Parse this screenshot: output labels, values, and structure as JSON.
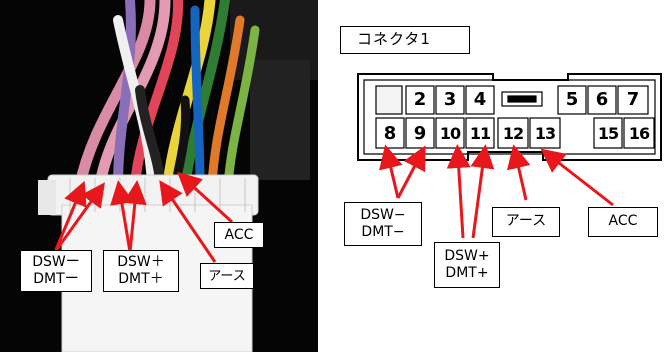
{
  "photo": {
    "labels": {
      "dsw_dmt_minus": {
        "line1": "DSWー",
        "line2": "DMTー"
      },
      "dsw_dmt_plus": {
        "line1": "DSW＋",
        "line2": "DMT＋"
      },
      "earth": "アース",
      "acc": "ACC"
    }
  },
  "connector": {
    "title": "コネクタ1",
    "top_row": [
      "",
      "2",
      "3",
      "4",
      "",
      "5",
      "6",
      "7"
    ],
    "bottom_row": [
      "8",
      "9",
      "10",
      "11",
      "12",
      "13",
      "",
      "15",
      "16"
    ],
    "labels": {
      "dsw_dmt_minus": {
        "line1": "DSW−",
        "line2": "DMT−"
      },
      "dsw_dmt_plus": {
        "line1": "DSW+",
        "line2": "DMT+"
      },
      "earth": "アース",
      "acc": "ACC"
    }
  },
  "colors": {
    "arrow_red": "#e8171c",
    "photo_bg": "#050505",
    "connector_body": "#f2f2f2"
  }
}
